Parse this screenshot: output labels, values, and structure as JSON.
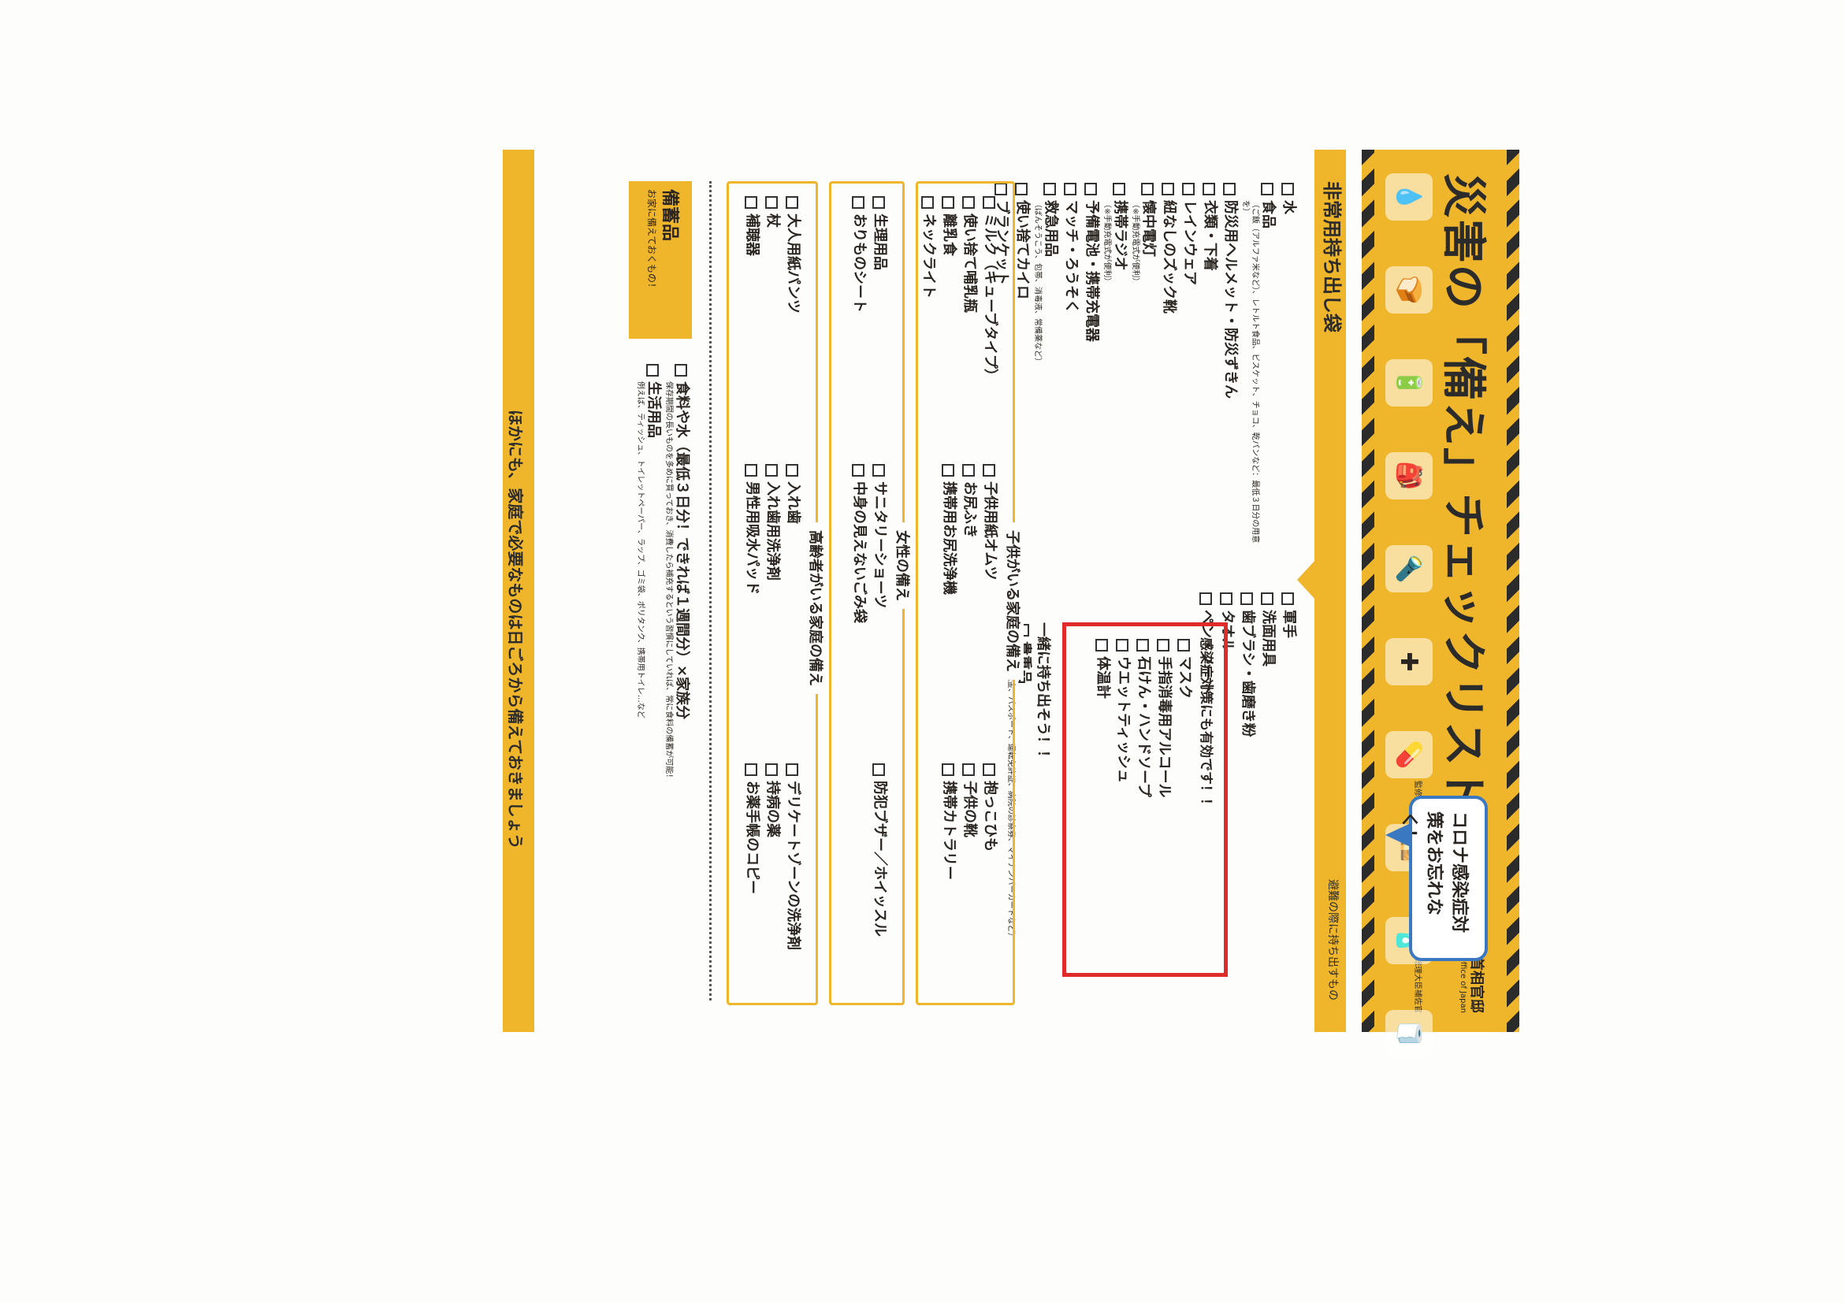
{
  "header": {
    "title": "災害の「備え」チェックリスト",
    "logo": "首相官邸",
    "logo_sub": "Prime Minister's Office of Japan",
    "supervise": "監修／内閣府政策統括官（防災担当）、内閣府内閣総理大臣補佐官"
  },
  "icons": [
    "water-icon",
    "bread-icon",
    "battery-icon",
    "bag-icon",
    "flashlight-icon",
    "firstaid-icon",
    "medicine-icon",
    "cash-icon",
    "bottle-icon",
    "tissue-icon"
  ],
  "bag": {
    "title": "非常用持ち出し袋",
    "subtitle": "避難の際に持ち出すもの",
    "col1": [
      {
        "label": "水"
      },
      {
        "label": "食品",
        "note": "（ご飯（アルファ米など）、レトルト食品、ビスケット、チョコ、乾パンなど：最低３日分の用意を）"
      },
      {
        "label": "防災用ヘルメット・防災ずきん"
      },
      {
        "label": "衣類・下着"
      },
      {
        "label": "レインウェア"
      },
      {
        "label": "紐なしのズック靴"
      },
      {
        "label": "懐中電灯",
        "note": "（※手動充電式が便利）"
      },
      {
        "label": "携帯ラジオ",
        "note": "（※手動充電式が便利）"
      },
      {
        "label": "予備電池・携帯充電器"
      },
      {
        "label": "マッチ・ろうそく"
      },
      {
        "label": "救急用品",
        "note": "（ばんそうこう、包帯、消毒液、常備薬など）"
      },
      {
        "label": "使い捨てカイロ"
      },
      {
        "label": "ブランケット"
      }
    ],
    "col2": [
      {
        "label": "軍手"
      },
      {
        "label": "洗面用具"
      },
      {
        "label": "歯ブラシ・歯磨き粉"
      },
      {
        "label": "タオル"
      },
      {
        "label": "ペン・ノート"
      }
    ],
    "infection_label": "感染症対策にも有効です！！",
    "infection": [
      "マスク",
      "手指消毒用アルコール",
      "石けん・ハンドソープ",
      "ウエットティッシュ",
      "体温計"
    ],
    "bubble": "コロナ感染症対策をお忘れなく！",
    "with_label": "一緒に持ち出そう！！",
    "valuables": {
      "label": "貴重品",
      "note": "（通帳、現金、パスポート、運転免許証、病院の診察券、マイナンバーカードなど）"
    }
  },
  "families": [
    {
      "title": "子供がいる家庭の備え",
      "items": [
        "ミルク（キューブタイプ）",
        "子供用紙オムツ",
        "抱っこひも",
        "使い捨て哺乳瓶",
        "お尻ふき",
        "子供の靴",
        "離乳食",
        "携帯用お尻洗浄機",
        "携帯カトラリー",
        "ネックライト"
      ]
    },
    {
      "title": "女性の備え",
      "items": [
        "生理用品",
        "サニタリーショーツ",
        "防犯ブザー／ホイッスル",
        "おりものシート",
        "中身の見えないごみ袋"
      ]
    },
    {
      "title": "高齢者がいる家庭の備え",
      "items": [
        "大人用紙パンツ",
        "入れ歯",
        "デリケートゾーンの洗浄剤",
        "杖",
        "入れ歯用洗浄剤",
        "持病の薬",
        "補聴器",
        "男性用吸水パッド",
        "お薬手帳のコピー"
      ]
    }
  ],
  "stock": {
    "title": "備蓄品",
    "subtitle": "お家に備えておくもの！",
    "items": [
      {
        "label": "食料や水（最低３日分！できれば１週間分）×家族分",
        "note": "保存期間の長いものを多めに買っておき、消費したら補充するという習慣にしていれば、常に食料の備蓄が可能！"
      },
      {
        "label": "生活用品",
        "note": "例えば、ティッシュ、トイレットペーパー、ラップ、ゴミ袋、ポリタンク、携帯用トイレ…など"
      }
    ]
  },
  "footer": "ほかにも、家庭で必要なものは日ごろから備えておきましょう",
  "colors": {
    "accent": "#f0b62b",
    "red": "#e02b2b",
    "blue": "#3a78c2"
  }
}
